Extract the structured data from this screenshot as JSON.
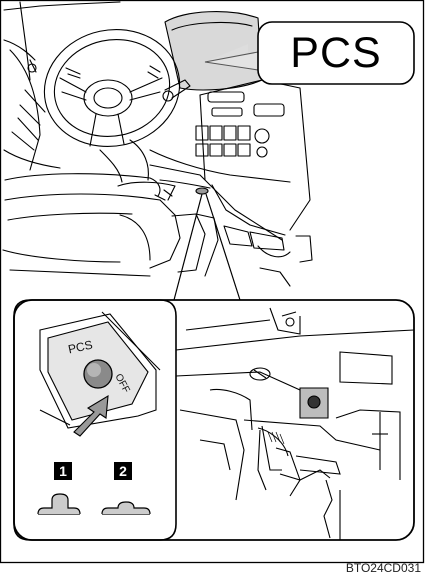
{
  "callout": {
    "label": "PCS"
  },
  "switch": {
    "top_label": "PCS",
    "bottom_label": "OFF"
  },
  "steps": [
    {
      "number": "1"
    },
    {
      "number": "2"
    }
  ],
  "figure_code": "BTO24CD031"
}
